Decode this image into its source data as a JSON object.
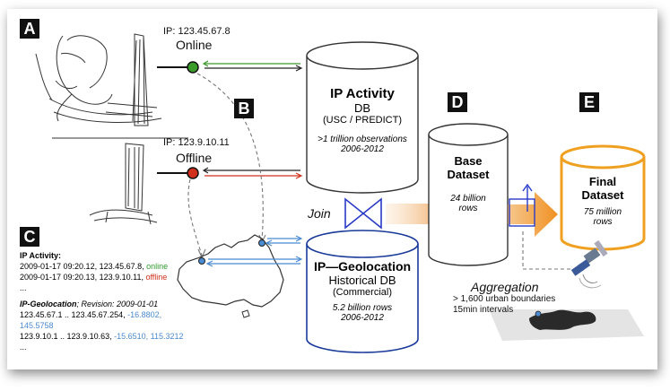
{
  "labels": {
    "a": "A",
    "b": "B",
    "c": "C",
    "d": "D",
    "e": "E"
  },
  "users": {
    "online": {
      "ip": "IP: 123.45.67.8",
      "status": "Online"
    },
    "offline": {
      "ip": "IP: 123.9.10.11",
      "status": "Offline"
    }
  },
  "ip_activity_db": {
    "title": "IP Activity",
    "subtitle": "DB",
    "source": "(USC / PREDICT)",
    "observations": ">1 trillion observations",
    "years": "2006-2012"
  },
  "geolocation_db": {
    "title": "IP—Geolocation",
    "subtitle": "Historical DB",
    "source": "(Commercial)",
    "rows": "5.2 billion rows",
    "years": "2006-2012"
  },
  "join_label": "Join",
  "base_dataset": {
    "title_line1": "Base",
    "title_line2": "Dataset",
    "rows_line1": "24 billion",
    "rows_line2": "rows"
  },
  "final_dataset": {
    "title_line1": "Final",
    "title_line2": "Dataset",
    "rows_line1": "75 million",
    "rows_line2": "rows"
  },
  "aggregation": {
    "title": "Aggregation",
    "line1": "> 1,600 urban boundaries",
    "line2": "15min intervals"
  },
  "panel_c": {
    "activity_header": "IP Activity:",
    "activity_rows": [
      {
        "text": "2009-01-17 09:20.12, 123.45.67.8, ",
        "status": "online"
      },
      {
        "text": "2009-01-17 09:20.13, 123.9.10.11, ",
        "status": "offline"
      }
    ],
    "ellipsis": "...",
    "geo_header": "IP-Geolocation",
    "geo_revision": "; Revision: 2009-01-01",
    "geo_rows": [
      {
        "range": "123.45.67.1 .. 123.45.67.254, ",
        "coords": "-16.8802, 145.5758"
      },
      {
        "range": "123.9.10.1 .. 123.9.10.63, ",
        "coords": "-15.6510, 115.3212"
      }
    ]
  },
  "colors": {
    "online": "#3a9a2a",
    "offline": "#d0301c",
    "geo_blue": "#4a8ad0",
    "join_blue": "#2a3ac8",
    "final_orange": "#f0a020",
    "label_bg": "#111111"
  }
}
